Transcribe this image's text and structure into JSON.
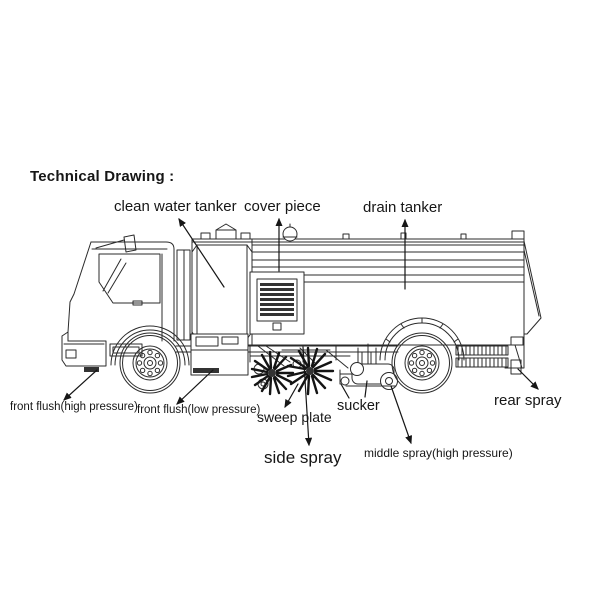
{
  "title": "Technical Drawing :",
  "colors": {
    "background": "#ffffff",
    "line_art": "#2b2b2b",
    "text": "#161616",
    "louver_fill": "#333333",
    "brush_fill": "#141414"
  },
  "labels": {
    "clean_water_tanker": "clean water tanker",
    "cover_piece": "cover piece",
    "drain_tanker": "drain tanker",
    "front_flush_high": "front flush(high pressure)",
    "front_flush_low": "front flush(low pressure)",
    "sweep_plate": "sweep plate",
    "sucker": "sucker",
    "side_spray": "side spray",
    "middle_spray_high": "middle spray(high pressure)",
    "rear_spray": "rear spray"
  },
  "drawing": {
    "subject": "road sweeper truck side view",
    "called_out_parts": [
      "clean water tanker",
      "cover piece",
      "drain tanker",
      "front flush(high pressure)",
      "front flush(low pressure)",
      "sweep plate",
      "sucker",
      "side spray",
      "middle spray(high pressure)",
      "rear spray"
    ]
  }
}
